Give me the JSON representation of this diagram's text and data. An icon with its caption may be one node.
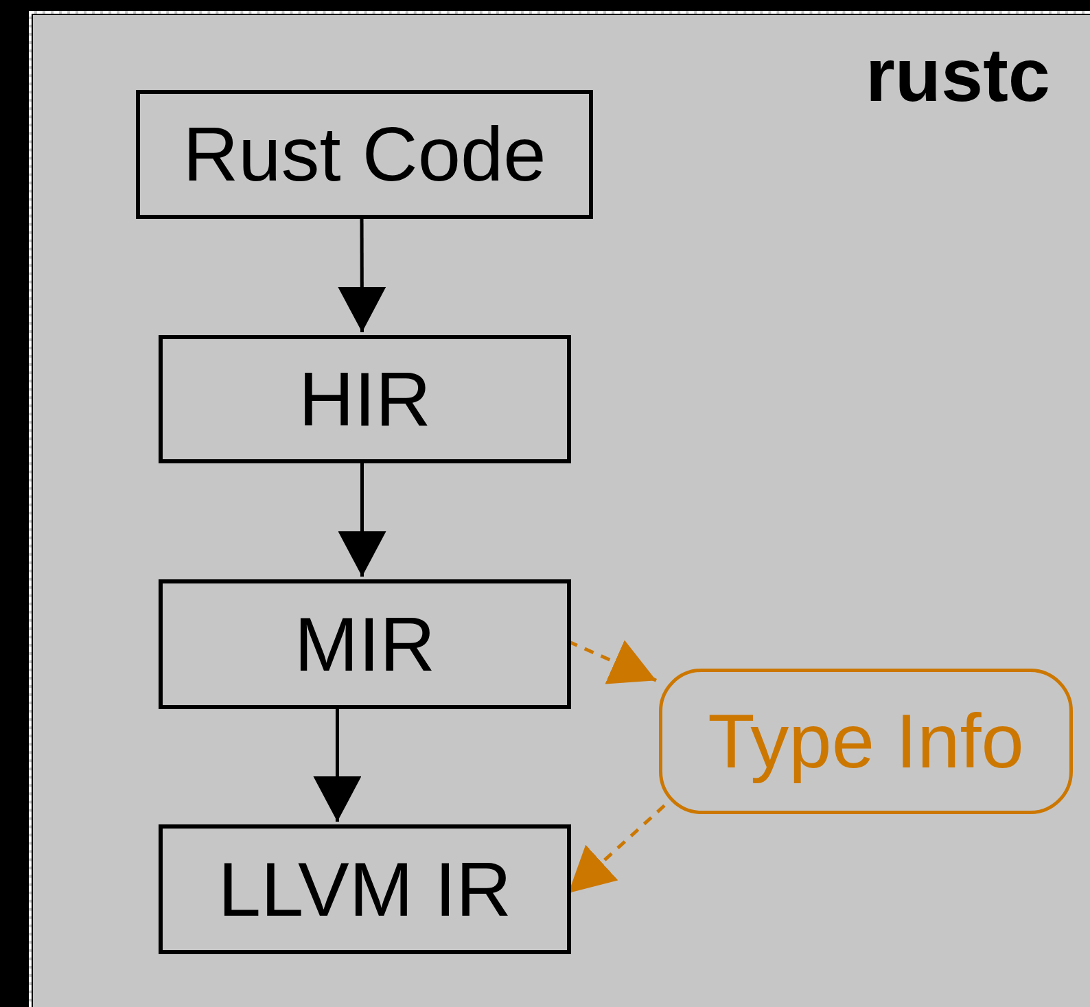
{
  "diagram": {
    "nodes": [
      {
        "text": [
          "rustc"
        ]
      },
      {
        "text": [
          "Rust Code"
        ],
        "in": 0
      },
      {
        "text": [
          "HIR"
        ],
        "in": 0
      },
      {
        "text": [
          "MIR"
        ],
        "in": 0
      },
      {
        "text": [
          "LLVM IR"
        ],
        "in": 0
      },
      {
        "text": [
          "Type Info"
        ],
        "in": 0
      }
    ],
    "edges": [
      {
        "from": 1,
        "to": 2,
        "arrow": "to"
      },
      {
        "from": 2,
        "to": 3,
        "arrow": "to"
      },
      {
        "from": 3,
        "to": 4,
        "arrow": "to"
      },
      {
        "from": 3,
        "to": 5,
        "arrow": "to",
        "style": "dashed",
        "color": "#cc7700"
      },
      {
        "from": 5,
        "to": 4,
        "arrow": "to",
        "style": "dashed",
        "color": "#cc7700"
      }
    ]
  }
}
